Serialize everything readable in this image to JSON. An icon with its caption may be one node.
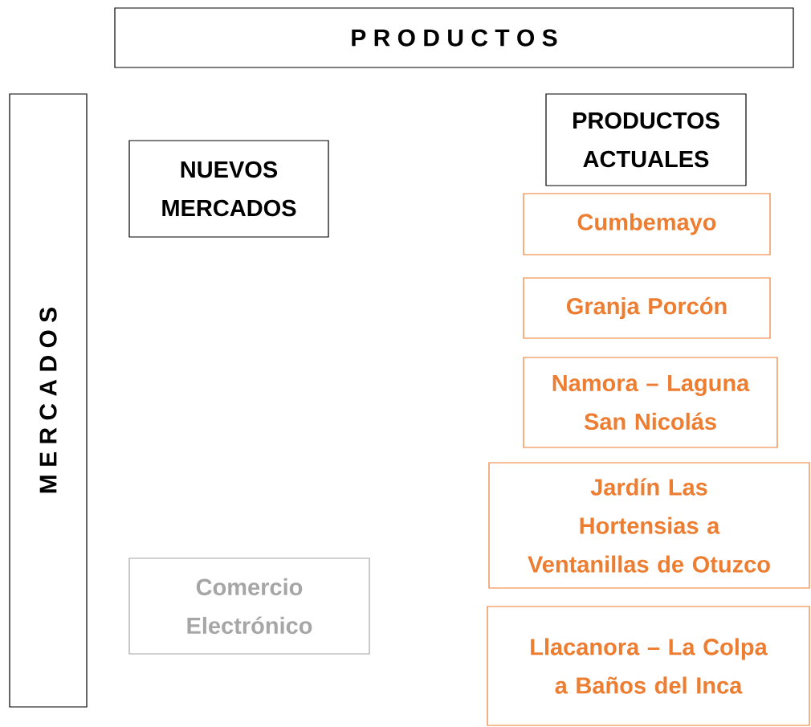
{
  "diagram": {
    "nodes": [
      {
        "text": [
          "P R O D U C T O S"
        ]
      },
      {
        "text": [
          "M E R C A D O S"
        ]
      },
      {
        "text": [
          "NUEVOS MERCADOS"
        ]
      },
      {
        "text": [
          "PRODUCTOS ACTUALES"
        ]
      },
      {
        "text": [
          "Cumbemayo"
        ]
      },
      {
        "text": [
          "Granja Porcón"
        ]
      },
      {
        "text": [
          "Namora – Laguna San Nicolás"
        ]
      },
      {
        "text": [
          "Jardín Las Hortensias a Ventanillas de Otuzco"
        ]
      },
      {
        "text": [
          "Comercio Electrónico"
        ]
      },
      {
        "text": [
          "Llacanora – La Colpa a Baños del Inca"
        ]
      }
    ]
  }
}
